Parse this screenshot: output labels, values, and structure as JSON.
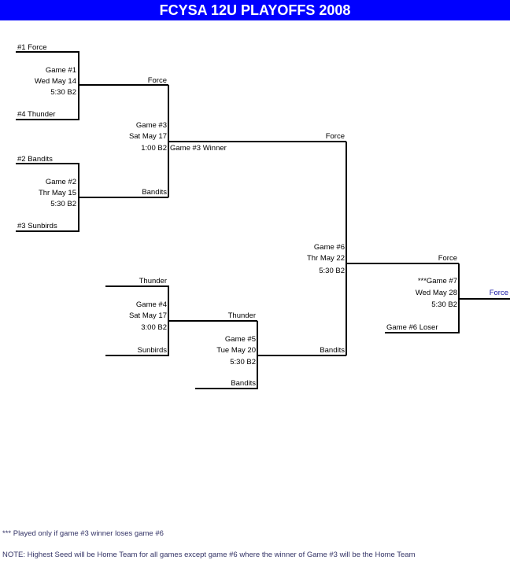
{
  "title": "FCYSA 12U PLAYOFFS 2008",
  "seeds": {
    "seed1": "#1 Force",
    "seed4": "#4 Thunder",
    "seed2": "#2 Bandits",
    "seed3": "#3 Sunbirds"
  },
  "games": {
    "g1": {
      "name": "Game #1",
      "date": "Wed May 14",
      "time": "5:30  B2"
    },
    "g2": {
      "name": "Game #2",
      "date": "Thr May 15",
      "time": "5:30  B2"
    },
    "g3": {
      "name": "Game #3",
      "date": "Sat May 17",
      "time": "1:00  B2"
    },
    "g4": {
      "name": "Game #4",
      "date": "Sat May 17",
      "time": "3:00  B2"
    },
    "g5": {
      "name": "Game #5",
      "date": "Tue May 20",
      "time": "5:30 B2"
    },
    "g6": {
      "name": "Game #6",
      "date": "Thr May 22",
      "time": "5:30  B2"
    },
    "g7": {
      "name": "***Game #7",
      "date": "Wed May 28",
      "time": "5:30 B2"
    }
  },
  "results": {
    "g1_winner": "Force",
    "g2_winner": "Bandits",
    "g3_winner_label": "Game #3 Winner",
    "g6_top": "Force",
    "g4_top": "Thunder",
    "g4_bottom": "Sunbirds",
    "g5_top": "Thunder",
    "g5_bottom": "Bandits",
    "g6_bottom": "Bandits",
    "g7_top": "Force",
    "g7_bottom": "Game #6 Loser",
    "champion": "Force"
  },
  "notes": {
    "footnote": "*** Played only if game #3 winner loses game #6",
    "note": "NOTE:  Highest Seed will be Home Team for all games except game #6 where the winner of Game #3 will be the Home Team"
  }
}
